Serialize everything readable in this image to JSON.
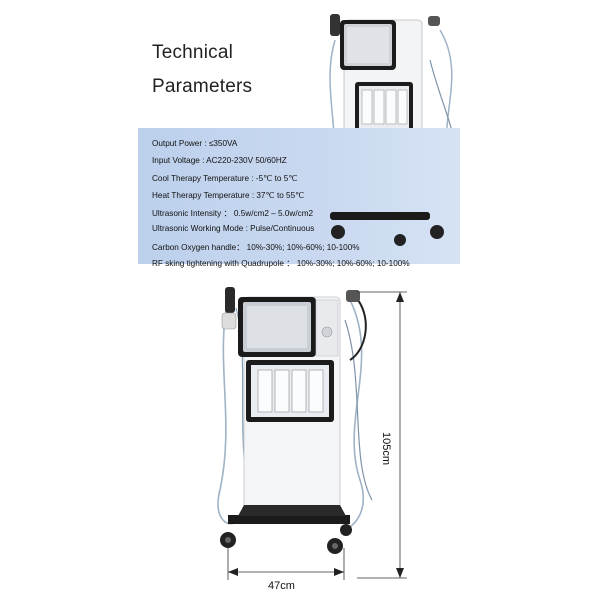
{
  "heading": {
    "line1": "Technical",
    "line2": "Parameters"
  },
  "specs": [
    "Output Power : ≤350VA",
    "Input Voltage : AC220-230V 50/60HZ",
    "Cool Therapy Temperature : -5℃ to 5℃",
    "Heat Therapy Temperature : 37℃ to 55℃",
    "Ultrasonic Intensity ： 0.5w/cm2 – 5.0w/cm2",
    "Ultrasonic Working Mode : Pulse/Continuous",
    "Carbon Oxygen handle：  10%-30%; 10%-60%; 10-100%",
    "RF sking tightening with Quadrupole ：  10%-30%; 10%-60%; 10-100%"
  ],
  "dimensions": {
    "height": "105cm",
    "width": "47cm"
  },
  "colors": {
    "band": "#c6d6ef",
    "machine_frame": "#1b1b1b",
    "machine_body": "#f4f5f7",
    "tube": "#8fa3b8"
  }
}
